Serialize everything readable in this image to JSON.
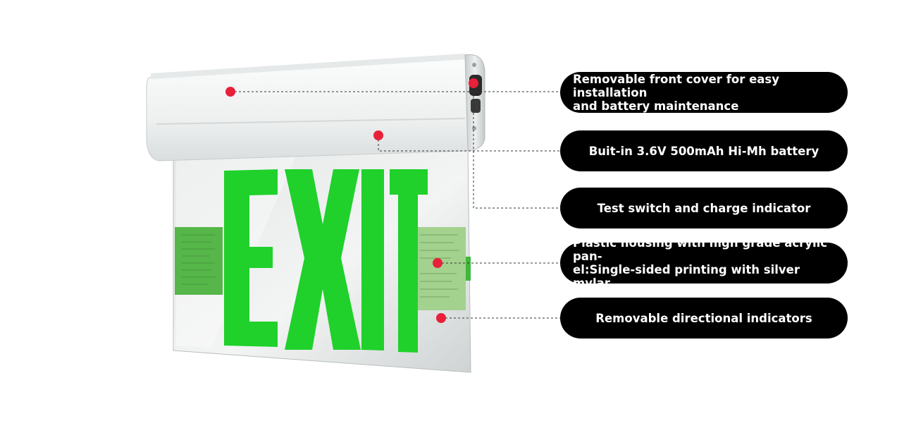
{
  "product": {
    "sign_text": "EXIT",
    "sign_color": "#1fd12a",
    "housing_color": "#f2f4f3",
    "panel_color": "#d9dcdc"
  },
  "colors": {
    "marker": "#e8203a",
    "callout_bg": "#000000",
    "callout_text": "#ffffff",
    "leader_line": "#333333"
  },
  "callouts": [
    {
      "text": "Removable front cover for easy installation\nand battery maintenance"
    },
    {
      "text": "Buit-in 3.6V 500mAh Hi-Mh battery"
    },
    {
      "text": "Test switch and charge indicator"
    },
    {
      "text": "Plastic housing with high grade acrylic pan-\nel:Single-sided printing with silver mylar"
    },
    {
      "text": "Removable directional indicators"
    }
  ]
}
